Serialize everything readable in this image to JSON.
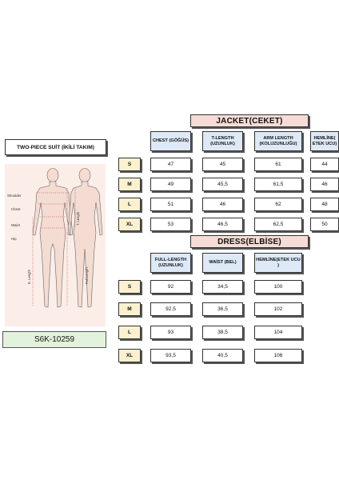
{
  "left": {
    "title": "TWO-PIECE SUİT (İKİLİ TAKIM)",
    "figure_labels": {
      "shoulder": "Shoulder",
      "chest": "Chest",
      "waist": "Waist",
      "hip": "Hip",
      "t_length": "T. Length",
      "e_length": "E. Length",
      "full_length": "Full Length"
    },
    "product_code": "S6K-10259"
  },
  "jacket": {
    "title": "JACKET(CEKET)",
    "columns": [
      "CHEST (GÖĞÜS)",
      "T-LENGTH (UZUNLUK)",
      "ARM LENGTH (KOLUZUNLUĞU)",
      "HEMLİNE( ETEK UCU)"
    ],
    "rows": [
      {
        "size": "S",
        "values": [
          "47",
          "45",
          "61",
          "44"
        ]
      },
      {
        "size": "M",
        "values": [
          "49",
          "45,5",
          "61,5",
          "46"
        ]
      },
      {
        "size": "L",
        "values": [
          "51",
          "46",
          "62",
          "48"
        ]
      },
      {
        "size": "XL",
        "values": [
          "53",
          "46,5",
          "62,5",
          "50"
        ]
      }
    ]
  },
  "dress": {
    "title": "DRESS(ELBİSE)",
    "columns": [
      "FULL-LENGTH (UZUNLUK)",
      "WAİST (BEL)",
      "HEMLİNE(ETEK UCU )"
    ],
    "rows": [
      {
        "size": "S",
        "values": [
          "92",
          "34,5",
          "100"
        ]
      },
      {
        "size": "M",
        "values": [
          "92,5",
          "36,5",
          "102"
        ]
      },
      {
        "size": "L",
        "values": [
          "93",
          "38,5",
          "104"
        ]
      },
      {
        "size": "XL",
        "values": [
          "93,5",
          "40,5",
          "106"
        ]
      }
    ]
  }
}
